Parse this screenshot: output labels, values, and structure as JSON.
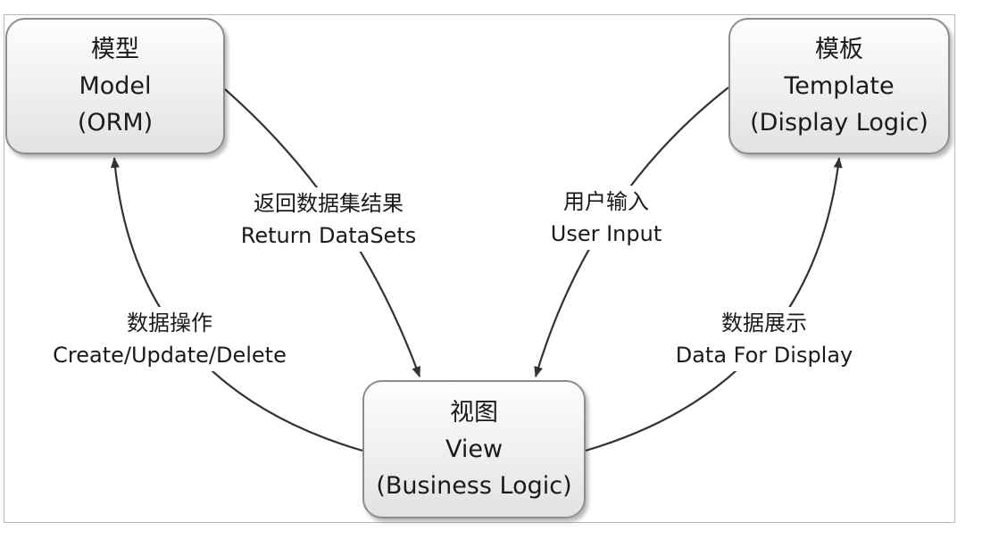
{
  "nodes": {
    "model": {
      "zh": "模型",
      "en": "Model",
      "sub": "(ORM)"
    },
    "template": {
      "zh": "模板",
      "en": "Template",
      "sub": "(Display Logic)"
    },
    "view": {
      "zh": "视图",
      "en": "View",
      "sub": "(Business Logic)"
    }
  },
  "edges": {
    "return_datasets": {
      "zh": "返回数据集结果",
      "en": "Return DataSets",
      "from": "model",
      "to": "view"
    },
    "user_input": {
      "zh": "用户输入",
      "en": "User Input",
      "from": "template",
      "to": "view"
    },
    "crud": {
      "zh": "数据操作",
      "en": "Create/Update/Delete",
      "from": "view",
      "to": "model"
    },
    "data_display": {
      "zh": "数据展示",
      "en": "Data For Display",
      "from": "view",
      "to": "template"
    }
  },
  "colors": {
    "line": "#333333",
    "node_border": "#8c8c8c",
    "frame": "#b8b8b8"
  }
}
